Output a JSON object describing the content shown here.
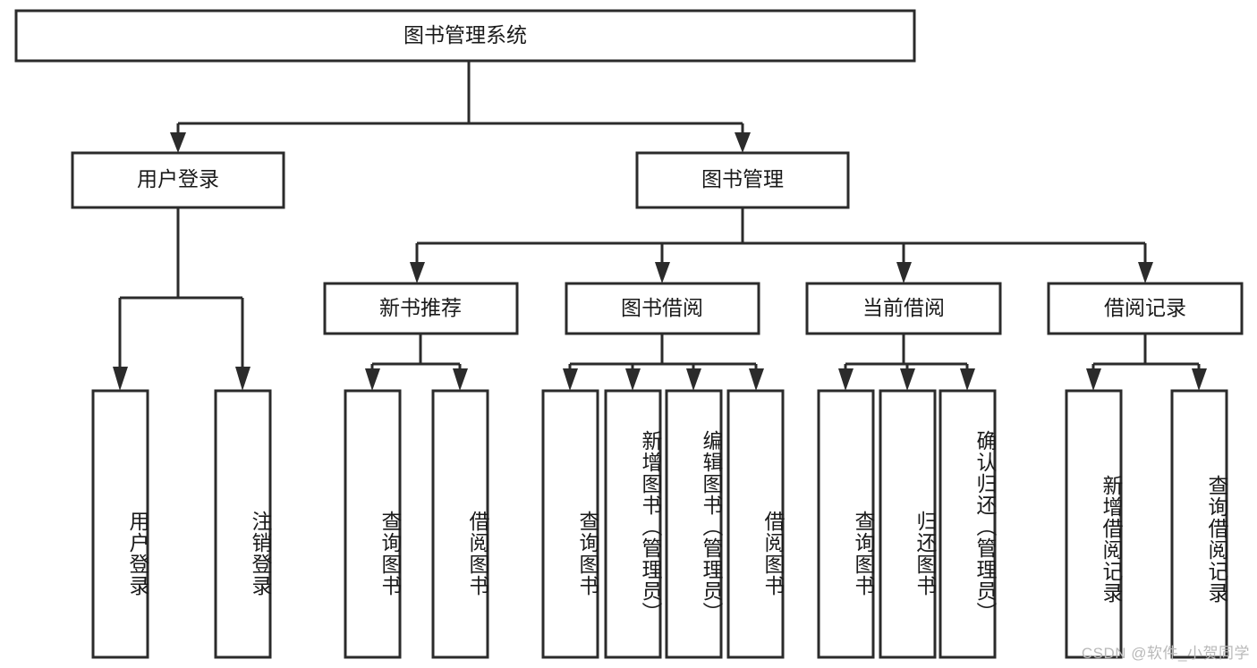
{
  "diagram": {
    "title": "图书管理系统",
    "type": "hierarchy-tree",
    "watermark": "CSDN @软件_小贺同学",
    "colors": {
      "background": "#ffffff",
      "box_stroke": "#2b2b2b",
      "box_fill": "#ffffff",
      "text": "#1a1a1a",
      "watermark": "#b9b9b9"
    },
    "levels": {
      "root": {
        "label": "图书管理系统"
      },
      "level2": [
        {
          "label": "用户登录"
        },
        {
          "label": "图书管理"
        }
      ],
      "level3": [
        {
          "label": "新书推荐"
        },
        {
          "label": "图书借阅"
        },
        {
          "label": "当前借阅"
        },
        {
          "label": "借阅记录"
        }
      ],
      "leaves": {
        "user_login": [
          {
            "label": "用户登录"
          },
          {
            "label": "注销登录"
          }
        ],
        "new_book_recommend": [
          {
            "label": "查询图书"
          },
          {
            "label": "借阅图书"
          }
        ],
        "book_borrow": [
          {
            "label": "查询图书"
          },
          {
            "label": "新增图书（管理员）"
          },
          {
            "label": "编辑图书（管理员）"
          },
          {
            "label": "借阅图书"
          }
        ],
        "current_borrow": [
          {
            "label": "查询图书"
          },
          {
            "label": "归还图书"
          },
          {
            "label": "确认归还（管理员）"
          }
        ],
        "borrow_record": [
          {
            "label": "新增借阅记录"
          },
          {
            "label": "查询借阅记录"
          }
        ]
      }
    }
  }
}
